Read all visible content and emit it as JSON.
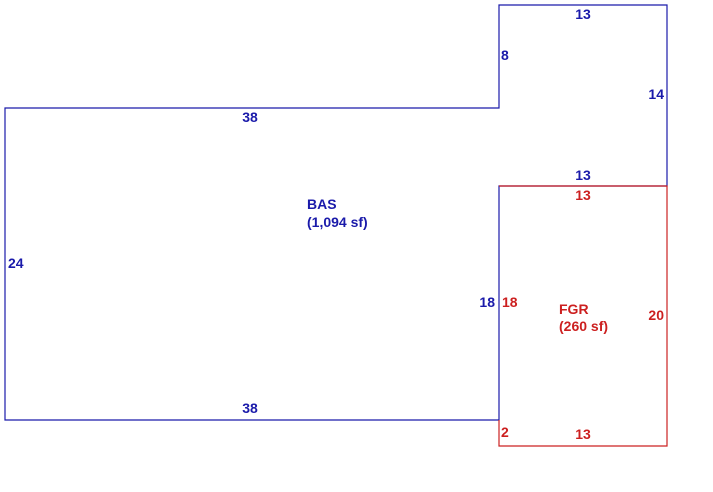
{
  "colors": {
    "bas": "#1a1aaa",
    "fgr": "#cc1f1f"
  },
  "areas": {
    "bas": {
      "code": "BAS",
      "size": "(1,094 sf)"
    },
    "fgr": {
      "code": "FGR",
      "size": "(260 sf)"
    }
  },
  "dimensions": {
    "bas_top_left": "38",
    "bas_bottom": "38",
    "bas_left": "24",
    "bas_step": "8",
    "bas_top_right": "13",
    "bas_right_upper": "14",
    "bas_inner_bottom": "13",
    "bas_inner_left": "18",
    "fgr_top": "13",
    "fgr_left": "18",
    "fgr_right": "20",
    "fgr_bottom": "13",
    "fgr_step": "2"
  }
}
